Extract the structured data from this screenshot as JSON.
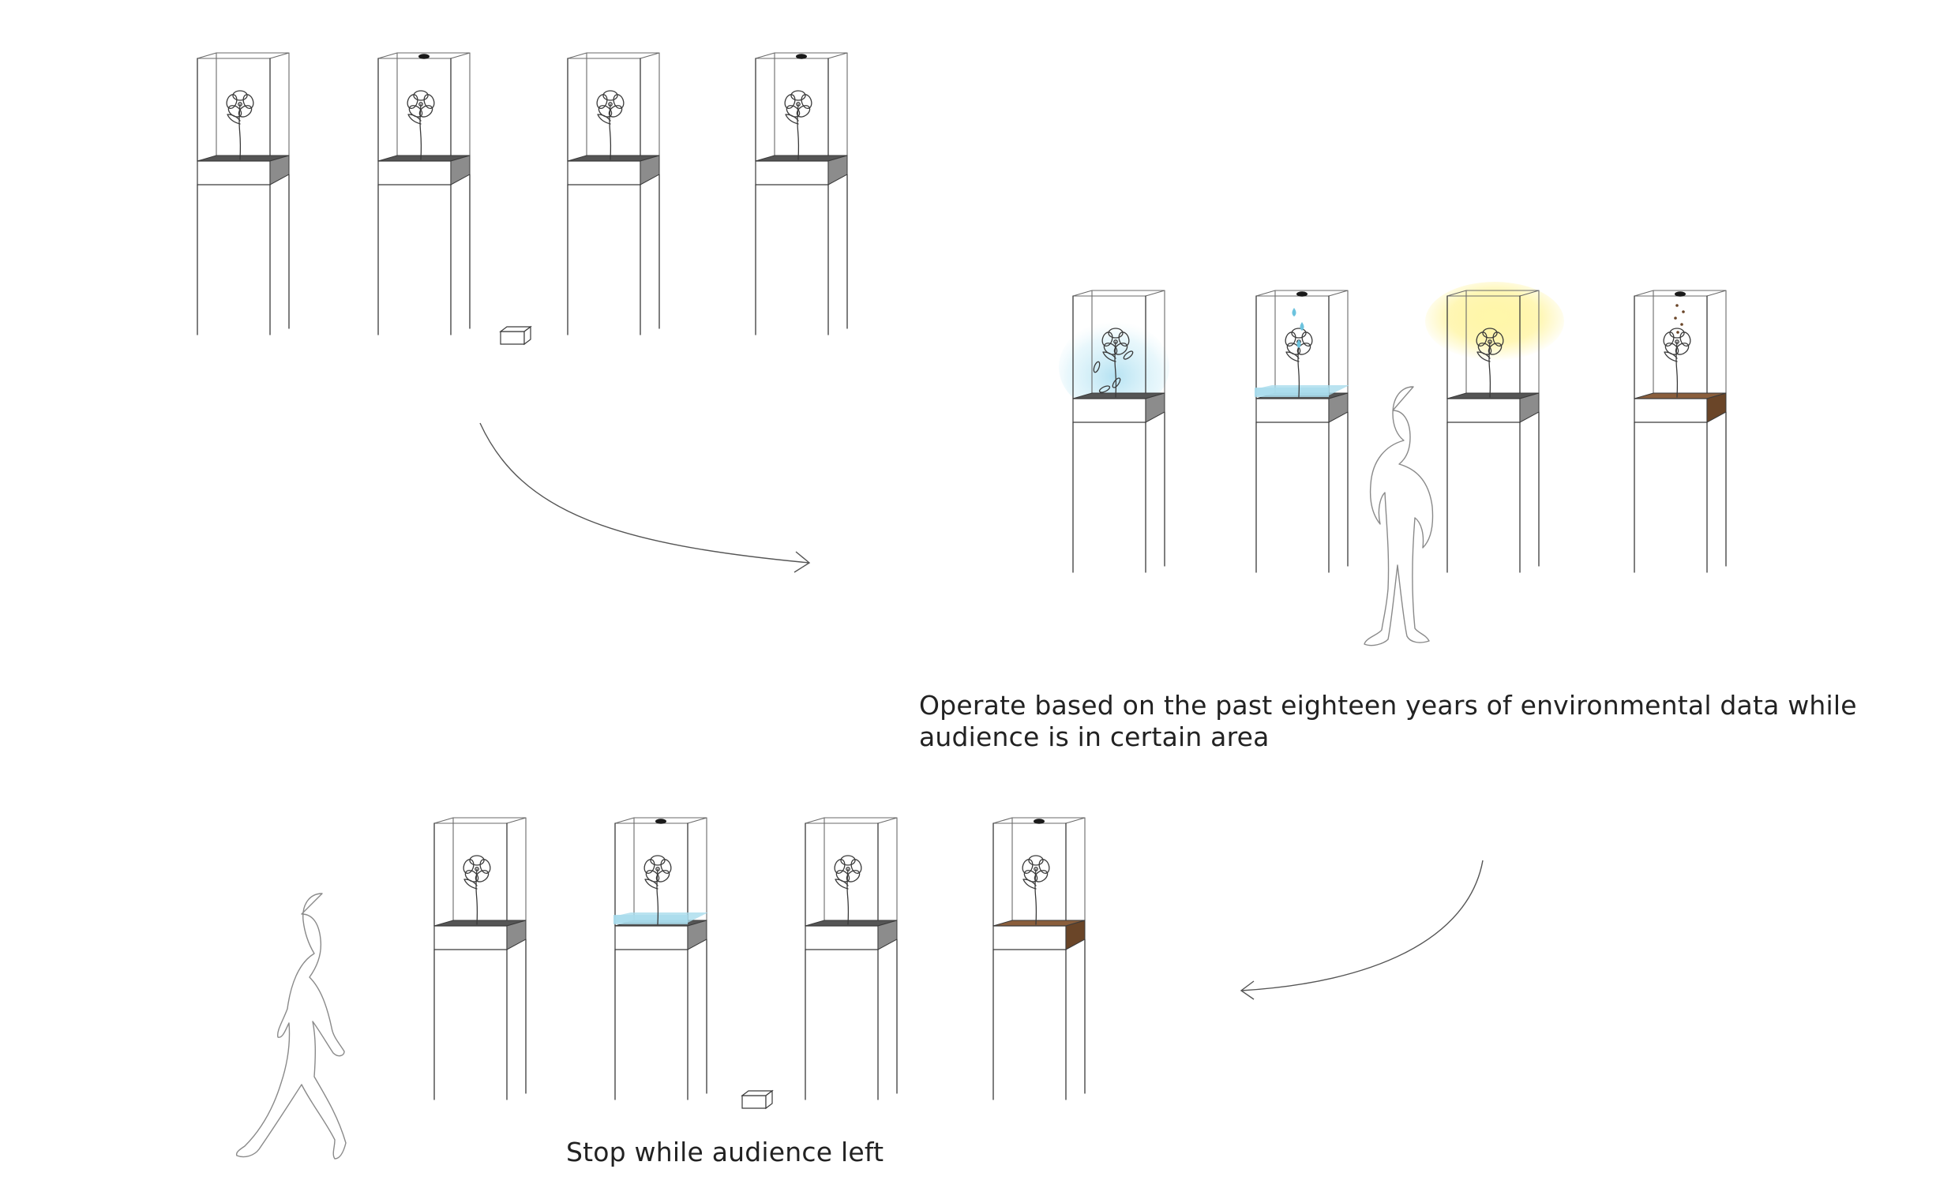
{
  "captions": {
    "operate_line1": "Operate based on the past eighteen years of environmental data while",
    "operate_line2": "audience is in certain area",
    "stop": "Stop while audience left"
  },
  "stages": [
    {
      "id": "idle",
      "pedestals": [
        {
          "effect": "none",
          "floor": "dark",
          "sprayer": false
        },
        {
          "effect": "none",
          "floor": "dark",
          "sprayer": true
        },
        {
          "effect": "none",
          "floor": "dark",
          "sprayer": false
        },
        {
          "effect": "none",
          "floor": "dark",
          "sprayer": true
        }
      ],
      "sensor": true,
      "figure": "none"
    },
    {
      "id": "operating",
      "pedestals": [
        {
          "effect": "wind",
          "floor": "dark",
          "sprayer": false
        },
        {
          "effect": "rain",
          "floor": "water",
          "sprayer": true
        },
        {
          "effect": "sun",
          "floor": "dark",
          "sprayer": false
        },
        {
          "effect": "soil",
          "floor": "soil",
          "sprayer": true
        }
      ],
      "sensor": false,
      "figure": "standing"
    },
    {
      "id": "stopped",
      "pedestals": [
        {
          "effect": "none",
          "floor": "dark",
          "sprayer": false
        },
        {
          "effect": "none",
          "floor": "water",
          "sprayer": true
        },
        {
          "effect": "none",
          "floor": "dark",
          "sprayer": false
        },
        {
          "effect": "none",
          "floor": "soil",
          "sprayer": true
        }
      ],
      "sensor": true,
      "figure": "walking"
    }
  ],
  "colors": {
    "line": "#3a3a3a",
    "floor_dark": "#555555",
    "floor_side": "#8c8c8c",
    "water": "#a9dcec",
    "soil_top": "#8a5e3c",
    "soil_side": "#6a4528",
    "sun": "#fff07a",
    "wind": "#bfe6f4",
    "rain_drop": "#6cc3de"
  },
  "icons": {
    "flow_arrow": "curved-arrow-icon",
    "sensor": "sensor-box-icon",
    "audience": "person-silhouette-icon"
  }
}
